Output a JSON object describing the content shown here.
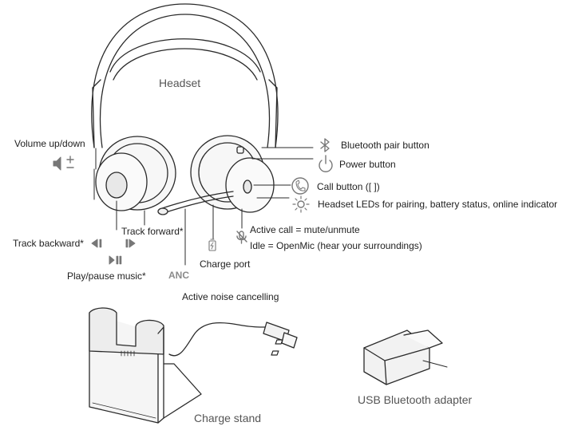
{
  "labels": {
    "headset": "Headset",
    "volume": "Volume up/down",
    "bt_pair": "Bluetooth pair button",
    "power": "Power button",
    "call": "Call button ([ ])",
    "leds": "Headset LEDs for pairing, battery status, online indicator",
    "track_forward": "Track forward*",
    "active_call": "Active call = mute/unmute",
    "idle": "Idle = OpenMic (hear your surroundings)",
    "track_backward": "Track backward*",
    "charge_port": "Charge port",
    "play_pause": "Play/pause music*",
    "anc": "ANC",
    "anc_desc": "Active noise cancelling",
    "charge_stand": "Charge stand",
    "usb_adapter": "USB Bluetooth adapter"
  },
  "icons": [
    "speaker-icon",
    "plus-minus-icon",
    "bluetooth-icon",
    "power-icon",
    "phone-icon",
    "led-icon",
    "mic-mute-icon",
    "track-backward-icon",
    "track-forward-icon",
    "play-pause-icon",
    "battery-icon"
  ],
  "colors": {
    "line": "#2a2a2a",
    "icon": "#777777",
    "fill": "#f2f2f2"
  }
}
